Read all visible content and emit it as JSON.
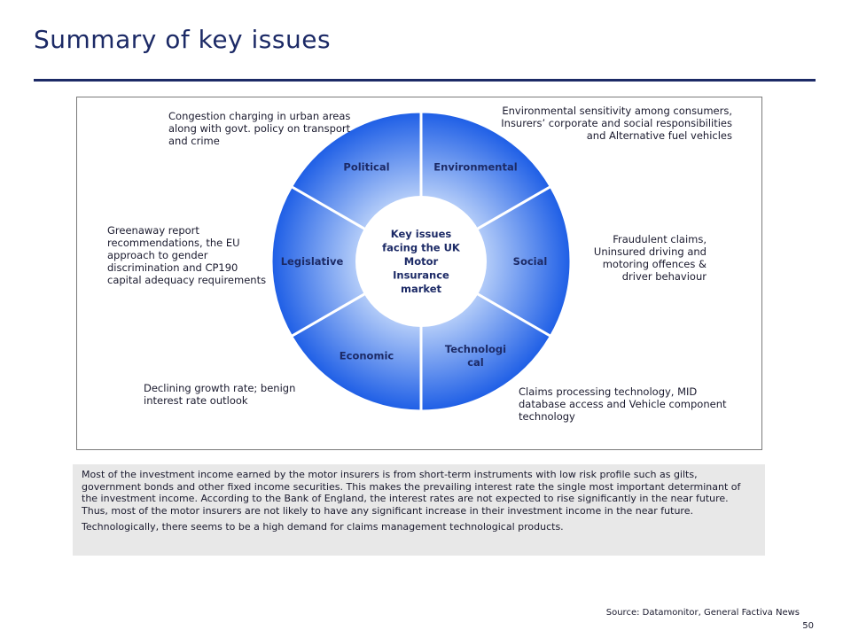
{
  "page": {
    "title": "Summary of key issues",
    "source": "Source: Datamonitor, General Factiva News",
    "page_number": "50"
  },
  "diagram": {
    "center_lines": [
      "Key issues",
      "facing the UK",
      "Motor",
      "Insurance",
      "market"
    ],
    "segments": [
      {
        "key": "environmental",
        "lines": [
          "Environmental"
        ]
      },
      {
        "key": "social",
        "lines": [
          "Social"
        ]
      },
      {
        "key": "technological",
        "lines": [
          "Technologi",
          "cal"
        ]
      },
      {
        "key": "economic",
        "lines": [
          "Economic"
        ]
      },
      {
        "key": "legislative",
        "lines": [
          "Legislative"
        ]
      },
      {
        "key": "political",
        "lines": [
          "Political"
        ]
      }
    ],
    "colors": {
      "outer": "#1f5fe6",
      "inner": "#c9dcfb",
      "label": "#1c2a66",
      "divider": "#ffffff"
    }
  },
  "notes": {
    "political": "Congestion charging in urban areas along with govt. policy on transport and crime",
    "environmental": "Environmental sensitivity among consumers, Insurers’ corporate and social responsibilities and Alternative fuel vehicles",
    "legislative": "Greenaway report recommendations, the EU approach to gender discrimination and CP190 capital adequacy requirements",
    "social": "Fraudulent claims, Uninsured driving and motoring offences & driver behaviour",
    "economic": "Declining growth rate; benign interest rate outlook",
    "technological": "Claims processing technology, MID database access and Vehicle component technology"
  },
  "summary": {
    "paragraph_1": "Most of the investment income earned by the motor insurers is from short-term instruments with low risk profile such as gilts, government bonds and other fixed income securities. This makes the prevailing interest rate the single most important determinant of the investment income. According to the Bank of England, the interest rates are not expected to rise significantly in the near future. Thus, most of the motor insurers are not likely to have any significant increase in their investment income in the near future.",
    "paragraph_2": "Technologically, there seems to be a high demand for claims management technological products."
  }
}
